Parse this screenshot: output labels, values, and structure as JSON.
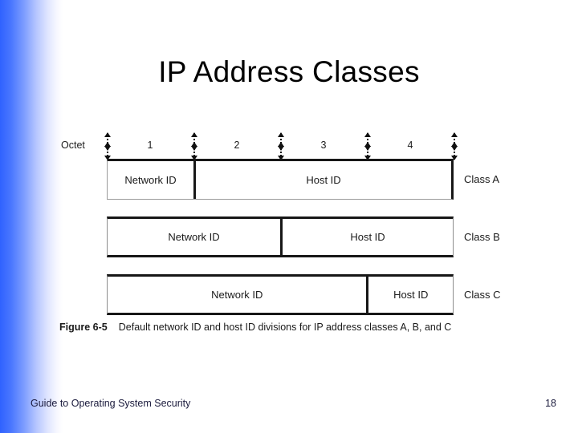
{
  "slide": {
    "title": "IP Address Classes",
    "accent_color": "#3366FF",
    "background_color": "#FFFFFF"
  },
  "figure": {
    "octet_caption": "Octet",
    "octet_numbers": [
      "1",
      "2",
      "3",
      "4"
    ],
    "rows": [
      {
        "class_label": "Class A",
        "segments": [
          {
            "label": "Network ID",
            "octets": 1
          },
          {
            "label": "Host ID",
            "octets": 3
          }
        ]
      },
      {
        "class_label": "Class B",
        "segments": [
          {
            "label": "Network ID",
            "octets": 2
          },
          {
            "label": "Host ID",
            "octets": 2
          }
        ]
      },
      {
        "class_label": "Class C",
        "segments": [
          {
            "label": "Network ID",
            "octets": 3
          },
          {
            "label": "Host ID",
            "octets": 1
          }
        ]
      }
    ],
    "caption": {
      "number": "Figure 6-5",
      "text": "Default network ID and host ID divisions for IP address classes A, B, and C"
    }
  },
  "footer": {
    "course": "Guide to Operating System Security",
    "page_number": "18"
  }
}
